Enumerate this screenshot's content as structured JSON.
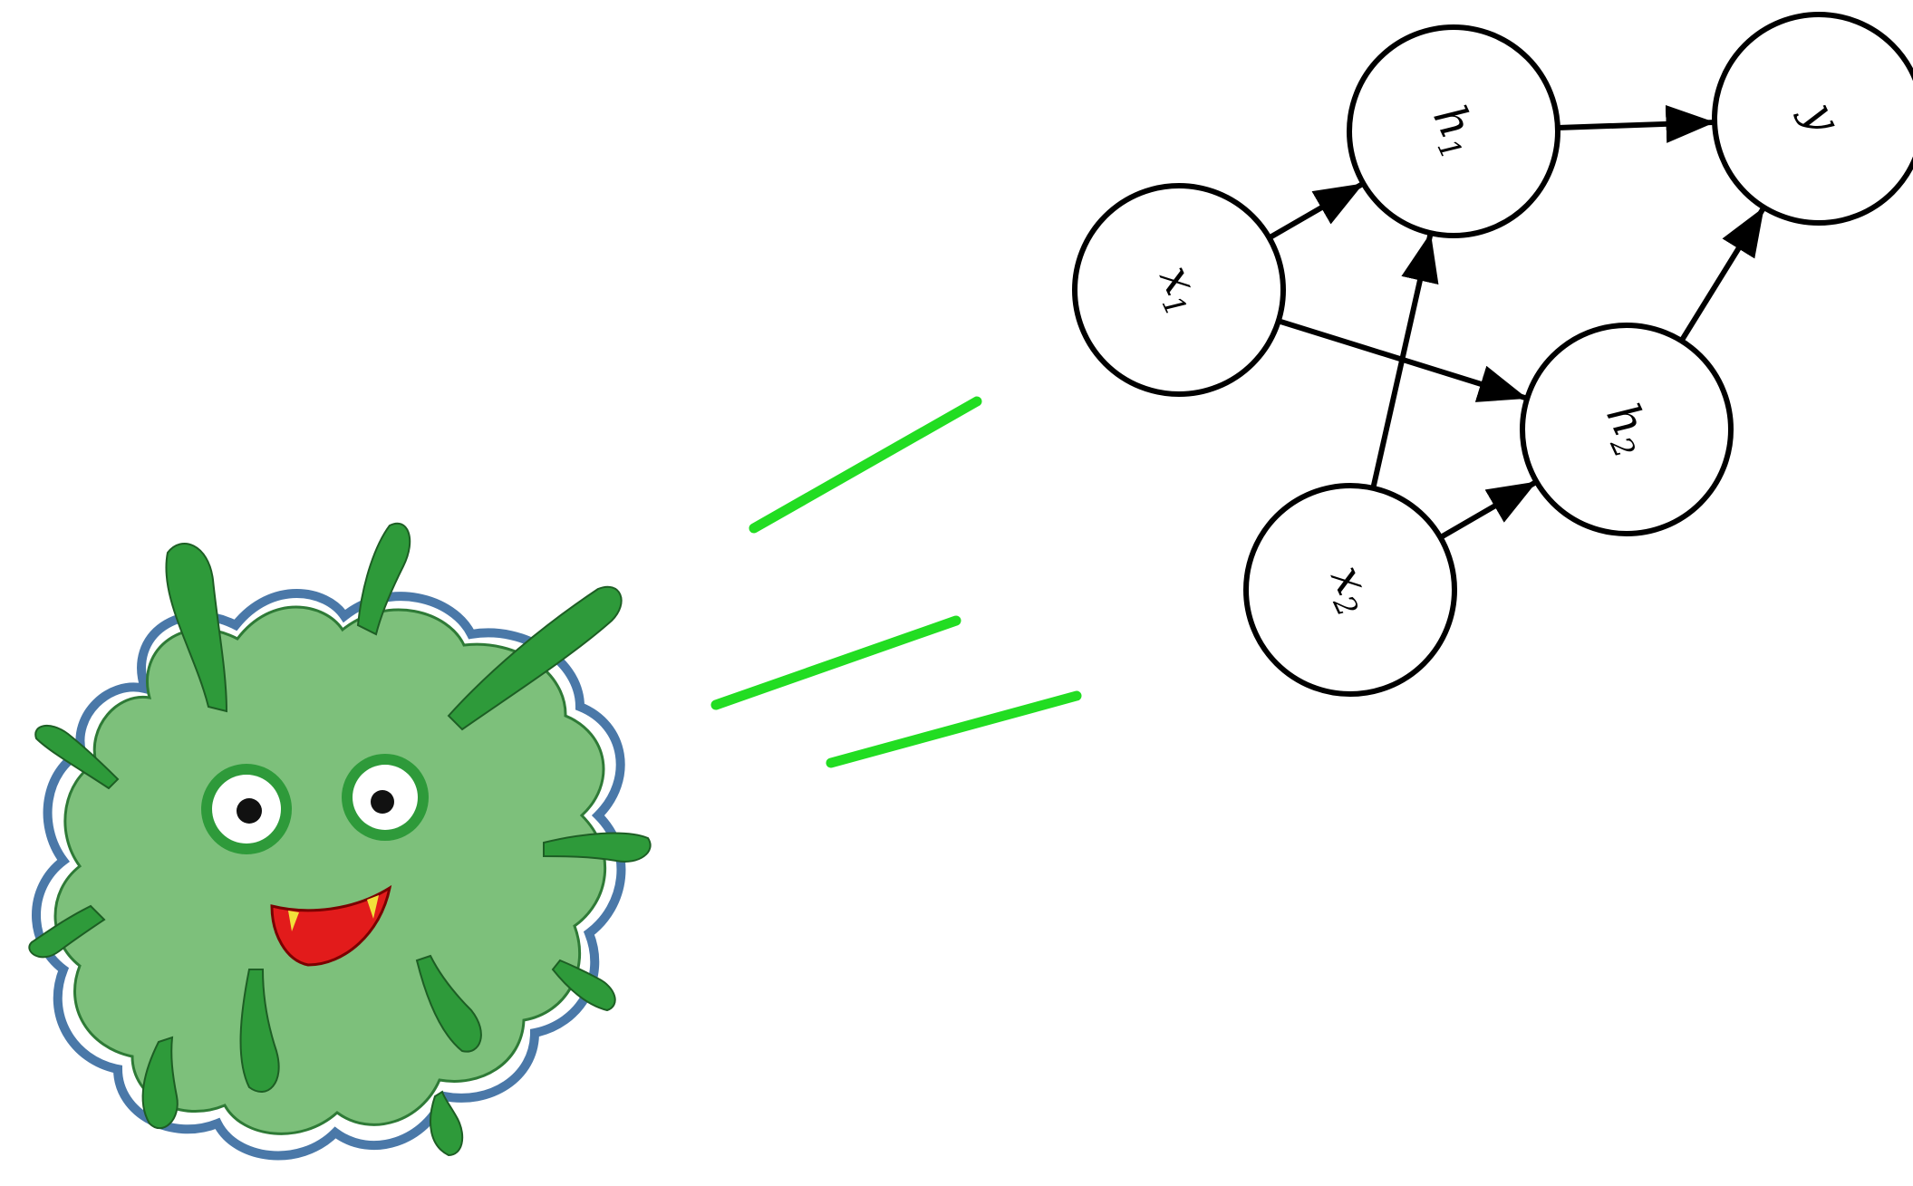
{
  "colors": {
    "node_stroke": "#000000",
    "node_fill": "#ffffff",
    "edge": "#000000",
    "speed_lines": "#22dd22",
    "monster_body": "#7dc07b",
    "monster_dark": "#2e9a3a",
    "monster_outline": "#4a78a8",
    "mouth": "#e21b1b"
  },
  "graph": {
    "nodes": [
      {
        "id": "x1",
        "var": "x",
        "sub": "1"
      },
      {
        "id": "x2",
        "var": "x",
        "sub": "2"
      },
      {
        "id": "h1",
        "var": "h",
        "sub": "1"
      },
      {
        "id": "h2",
        "var": "h",
        "sub": "2"
      },
      {
        "id": "y",
        "var": "y",
        "sub": ""
      }
    ],
    "edges": [
      {
        "from": "x1",
        "to": "h1"
      },
      {
        "from": "x1",
        "to": "h2"
      },
      {
        "from": "x2",
        "to": "h1"
      },
      {
        "from": "x2",
        "to": "h2"
      },
      {
        "from": "h1",
        "to": "y"
      },
      {
        "from": "h2",
        "to": "y"
      }
    ]
  },
  "icons": {
    "monster": "green-germ-monster-icon",
    "speed": "motion-lines"
  }
}
